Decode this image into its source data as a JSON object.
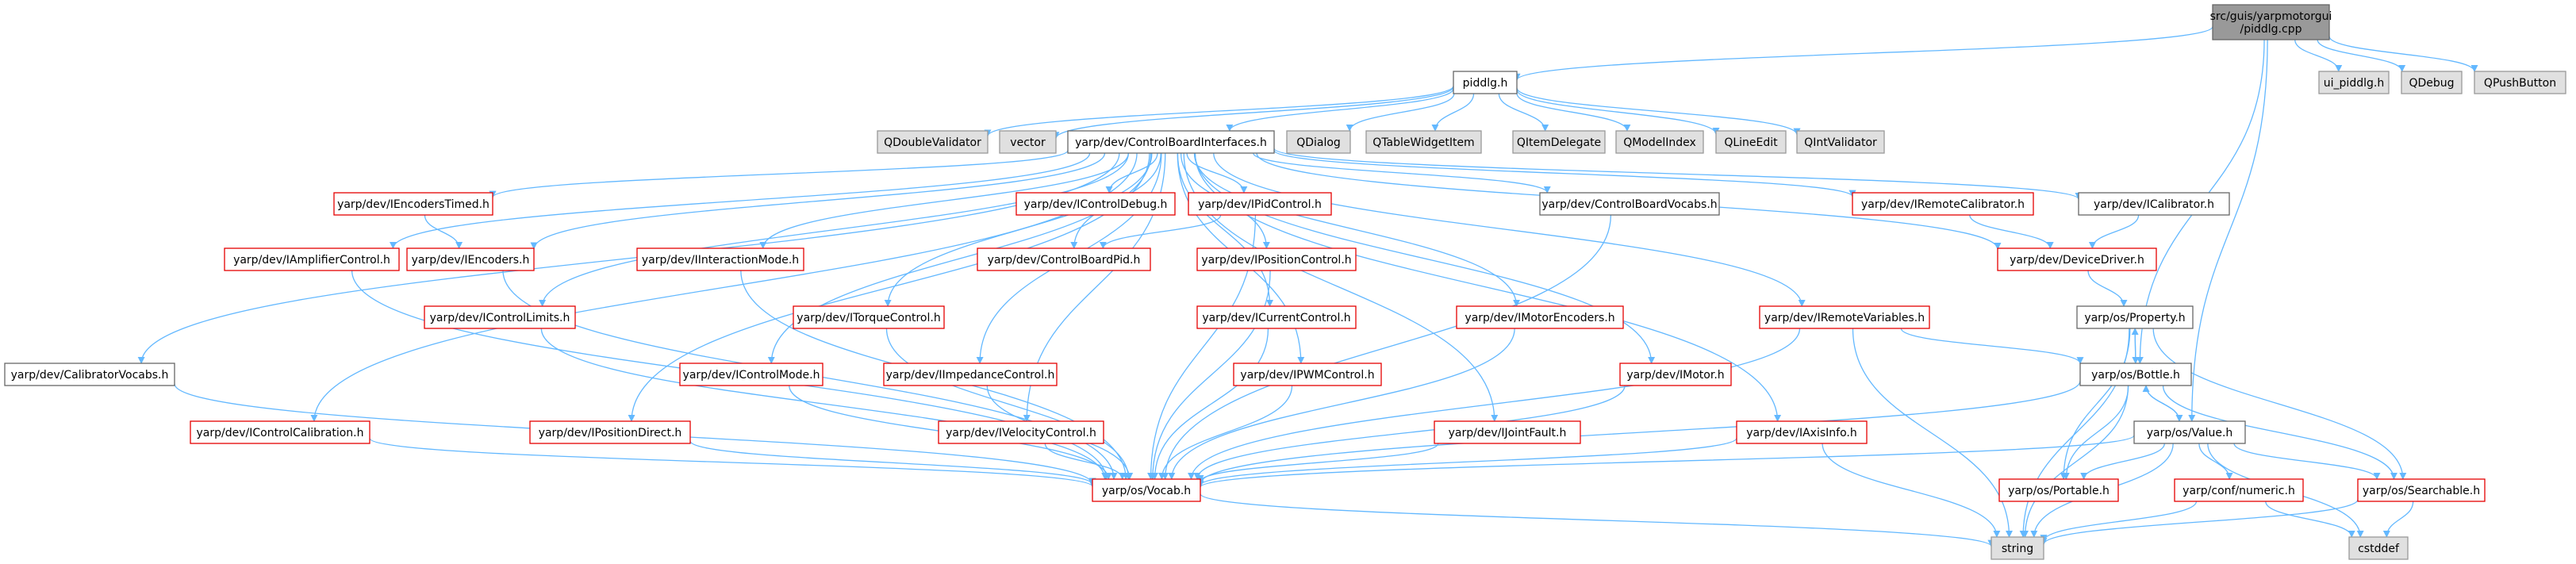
{
  "colors": {
    "edge": "#63b8ff",
    "documented_border": "#e50000",
    "plain_border": "#666666",
    "root_fill": "#999999",
    "external_fill": "#e0e0e0"
  },
  "nodes": [
    {
      "id": "root",
      "lines": [
        "src/guis/yarpmotorgui",
        "/piddlg.cpp"
      ],
      "kind": "root"
    },
    {
      "id": "ui_piddlg",
      "lines": [
        "ui_piddlg.h"
      ],
      "kind": "ext"
    },
    {
      "id": "qdebug",
      "lines": [
        "QDebug"
      ],
      "kind": "ext"
    },
    {
      "id": "qpushbutton",
      "lines": [
        "QPushButton"
      ],
      "kind": "ext"
    },
    {
      "id": "piddlg",
      "lines": [
        "piddlg.h"
      ],
      "kind": "plain"
    },
    {
      "id": "qdoublevalidator",
      "lines": [
        "QDoubleValidator"
      ],
      "kind": "ext"
    },
    {
      "id": "vector",
      "lines": [
        "vector"
      ],
      "kind": "ext"
    },
    {
      "id": "cbi",
      "lines": [
        "yarp/dev/ControlBoardInterfaces.h"
      ],
      "kind": "plain"
    },
    {
      "id": "qdialog",
      "lines": [
        "QDialog"
      ],
      "kind": "ext"
    },
    {
      "id": "qtablewidgetitem",
      "lines": [
        "QTableWidgetItem"
      ],
      "kind": "ext"
    },
    {
      "id": "qitemdelegate",
      "lines": [
        "QItemDelegate"
      ],
      "kind": "ext"
    },
    {
      "id": "qmodelindex",
      "lines": [
        "QModelIndex"
      ],
      "kind": "ext"
    },
    {
      "id": "qlineedit",
      "lines": [
        "QLineEdit"
      ],
      "kind": "ext"
    },
    {
      "id": "qintvalidator",
      "lines": [
        "QIntValidator"
      ],
      "kind": "ext"
    },
    {
      "id": "iencoderstimed",
      "lines": [
        "yarp/dev/IEncodersTimed.h"
      ],
      "kind": "doc"
    },
    {
      "id": "icontroldebug",
      "lines": [
        "yarp/dev/IControlDebug.h"
      ],
      "kind": "doc"
    },
    {
      "id": "ipidcontrol",
      "lines": [
        "yarp/dev/IPidControl.h"
      ],
      "kind": "doc"
    },
    {
      "id": "cbvocabs",
      "lines": [
        "yarp/dev/ControlBoardVocabs.h"
      ],
      "kind": "plain"
    },
    {
      "id": "iremotecalibrator",
      "lines": [
        "yarp/dev/IRemoteCalibrator.h"
      ],
      "kind": "doc"
    },
    {
      "id": "icalibrator",
      "lines": [
        "yarp/dev/ICalibrator.h"
      ],
      "kind": "plain"
    },
    {
      "id": "iamplifiercontrol",
      "lines": [
        "yarp/dev/IAmplifierControl.h"
      ],
      "kind": "doc"
    },
    {
      "id": "iencoders",
      "lines": [
        "yarp/dev/IEncoders.h"
      ],
      "kind": "doc"
    },
    {
      "id": "iinteractionmode",
      "lines": [
        "yarp/dev/IInteractionMode.h"
      ],
      "kind": "doc"
    },
    {
      "id": "cbpid",
      "lines": [
        "yarp/dev/ControlBoardPid.h"
      ],
      "kind": "doc"
    },
    {
      "id": "ipositioncontrol",
      "lines": [
        "yarp/dev/IPositionControl.h"
      ],
      "kind": "doc"
    },
    {
      "id": "devicedriver",
      "lines": [
        "yarp/dev/DeviceDriver.h"
      ],
      "kind": "doc"
    },
    {
      "id": "property",
      "lines": [
        "yarp/os/Property.h"
      ],
      "kind": "plain"
    },
    {
      "id": "icontrollimits",
      "lines": [
        "yarp/dev/IControlLimits.h"
      ],
      "kind": "doc"
    },
    {
      "id": "itorquecontrol",
      "lines": [
        "yarp/dev/ITorqueControl.h"
      ],
      "kind": "doc"
    },
    {
      "id": "icurrentcontrol",
      "lines": [
        "yarp/dev/ICurrentControl.h"
      ],
      "kind": "doc"
    },
    {
      "id": "imotorencoders",
      "lines": [
        "yarp/dev/IMotorEncoders.h"
      ],
      "kind": "doc"
    },
    {
      "id": "iremotevariables",
      "lines": [
        "yarp/dev/IRemoteVariables.h"
      ],
      "kind": "doc"
    },
    {
      "id": "bottle",
      "lines": [
        "yarp/os/Bottle.h"
      ],
      "kind": "plain"
    },
    {
      "id": "calibratorvocabs",
      "lines": [
        "yarp/dev/CalibratorVocabs.h"
      ],
      "kind": "plain"
    },
    {
      "id": "icontrolmode",
      "lines": [
        "yarp/dev/IControlMode.h"
      ],
      "kind": "doc"
    },
    {
      "id": "iimpedancecontrol",
      "lines": [
        "yarp/dev/IImpedanceControl.h"
      ],
      "kind": "doc"
    },
    {
      "id": "ipwmcontrol",
      "lines": [
        "yarp/dev/IPWMControl.h"
      ],
      "kind": "doc"
    },
    {
      "id": "imotor",
      "lines": [
        "yarp/dev/IMotor.h"
      ],
      "kind": "doc"
    },
    {
      "id": "value",
      "lines": [
        "yarp/os/Value.h"
      ],
      "kind": "plain"
    },
    {
      "id": "icontrolcalibration",
      "lines": [
        "yarp/dev/IControlCalibration.h"
      ],
      "kind": "doc"
    },
    {
      "id": "ipositiondirect",
      "lines": [
        "yarp/dev/IPositionDirect.h"
      ],
      "kind": "doc"
    },
    {
      "id": "ivelocitycontrol",
      "lines": [
        "yarp/dev/IVelocityControl.h"
      ],
      "kind": "doc"
    },
    {
      "id": "ijointfault",
      "lines": [
        "yarp/dev/IJointFault.h"
      ],
      "kind": "doc"
    },
    {
      "id": "iaxisinfo",
      "lines": [
        "yarp/dev/IAxisInfo.h"
      ],
      "kind": "doc"
    },
    {
      "id": "vocab",
      "lines": [
        "yarp/os/Vocab.h"
      ],
      "kind": "doc"
    },
    {
      "id": "numeric",
      "lines": [
        "yarp/conf/numeric.h"
      ],
      "kind": "doc"
    },
    {
      "id": "portable",
      "lines": [
        "yarp/os/Portable.h"
      ],
      "kind": "doc"
    },
    {
      "id": "searchable",
      "lines": [
        "yarp/os/Searchable.h"
      ],
      "kind": "doc"
    },
    {
      "id": "string",
      "lines": [
        "string"
      ],
      "kind": "ext"
    },
    {
      "id": "cstddef",
      "lines": [
        "cstddef"
      ],
      "kind": "ext"
    }
  ],
  "edges": [
    [
      "root",
      "piddlg"
    ],
    [
      "root",
      "ui_piddlg"
    ],
    [
      "root",
      "qdebug"
    ],
    [
      "root",
      "qpushbutton"
    ],
    [
      "root",
      "bottle"
    ],
    [
      "root",
      "value"
    ],
    [
      "piddlg",
      "qdoublevalidator"
    ],
    [
      "piddlg",
      "vector"
    ],
    [
      "piddlg",
      "cbi"
    ],
    [
      "piddlg",
      "qdialog"
    ],
    [
      "piddlg",
      "qtablewidgetitem"
    ],
    [
      "piddlg",
      "qitemdelegate"
    ],
    [
      "piddlg",
      "qmodelindex"
    ],
    [
      "piddlg",
      "qlineedit"
    ],
    [
      "piddlg",
      "qintvalidator"
    ],
    [
      "cbi",
      "iencoderstimed"
    ],
    [
      "cbi",
      "icontroldebug"
    ],
    [
      "cbi",
      "ipidcontrol"
    ],
    [
      "cbi",
      "cbvocabs"
    ],
    [
      "cbi",
      "iremotecalibrator"
    ],
    [
      "cbi",
      "icalibrator"
    ],
    [
      "cbi",
      "iamplifiercontrol"
    ],
    [
      "cbi",
      "iencoders"
    ],
    [
      "cbi",
      "iinteractionmode"
    ],
    [
      "cbi",
      "cbpid"
    ],
    [
      "cbi",
      "ipositioncontrol"
    ],
    [
      "cbi",
      "devicedriver"
    ],
    [
      "cbi",
      "icontrollimits"
    ],
    [
      "cbi",
      "itorquecontrol"
    ],
    [
      "cbi",
      "icurrentcontrol"
    ],
    [
      "cbi",
      "imotorencoders"
    ],
    [
      "cbi",
      "iremotevariables"
    ],
    [
      "cbi",
      "calibratorvocabs"
    ],
    [
      "cbi",
      "icontrolmode"
    ],
    [
      "cbi",
      "iimpedancecontrol"
    ],
    [
      "cbi",
      "ipwmcontrol"
    ],
    [
      "cbi",
      "imotor"
    ],
    [
      "cbi",
      "icontrolcalibration"
    ],
    [
      "cbi",
      "ipositiondirect"
    ],
    [
      "cbi",
      "ivelocitycontrol"
    ],
    [
      "cbi",
      "ijointfault"
    ],
    [
      "cbi",
      "iaxisinfo"
    ],
    [
      "iencoderstimed",
      "iencoders"
    ],
    [
      "ipidcontrol",
      "cbpid"
    ],
    [
      "ipidcontrol",
      "vocab"
    ],
    [
      "iremotecalibrator",
      "devicedriver"
    ],
    [
      "icalibrator",
      "devicedriver"
    ],
    [
      "devicedriver",
      "property"
    ],
    [
      "iamplifiercontrol",
      "vocab"
    ],
    [
      "iencoders",
      "vocab"
    ],
    [
      "iinteractionmode",
      "vocab"
    ],
    [
      "ipositioncontrol",
      "vocab"
    ],
    [
      "icontrollimits",
      "vocab"
    ],
    [
      "itorquecontrol",
      "vocab"
    ],
    [
      "icurrentcontrol",
      "vocab"
    ],
    [
      "imotorencoders",
      "vocab"
    ],
    [
      "iremotevariables",
      "vocab"
    ],
    [
      "iremotevariables",
      "bottle"
    ],
    [
      "iremotevariables",
      "string"
    ],
    [
      "calibratorvocabs",
      "vocab"
    ],
    [
      "icontrolmode",
      "vocab"
    ],
    [
      "iimpedancecontrol",
      "vocab"
    ],
    [
      "ipwmcontrol",
      "vocab"
    ],
    [
      "imotor",
      "vocab"
    ],
    [
      "icontrolcalibration",
      "vocab"
    ],
    [
      "ipositiondirect",
      "vocab"
    ],
    [
      "ivelocitycontrol",
      "vocab"
    ],
    [
      "ijointfault",
      "vocab"
    ],
    [
      "iaxisinfo",
      "vocab"
    ],
    [
      "iaxisinfo",
      "string"
    ],
    [
      "cbvocabs",
      "vocab"
    ],
    [
      "property",
      "bottle"
    ],
    [
      "property",
      "portable"
    ],
    [
      "property",
      "searchable"
    ],
    [
      "property",
      "string"
    ],
    [
      "bottle",
      "property"
    ],
    [
      "bottle",
      "value"
    ],
    [
      "bottle",
      "vocab"
    ],
    [
      "bottle",
      "portable"
    ],
    [
      "bottle",
      "searchable"
    ],
    [
      "bottle",
      "string"
    ],
    [
      "value",
      "bottle"
    ],
    [
      "value",
      "vocab"
    ],
    [
      "value",
      "portable"
    ],
    [
      "value",
      "searchable"
    ],
    [
      "value",
      "numeric"
    ],
    [
      "value",
      "string"
    ],
    [
      "value",
      "cstddef"
    ],
    [
      "numeric",
      "string"
    ],
    [
      "numeric",
      "cstddef"
    ],
    [
      "searchable",
      "string"
    ],
    [
      "searchable",
      "cstddef"
    ],
    [
      "vocab",
      "string"
    ]
  ]
}
